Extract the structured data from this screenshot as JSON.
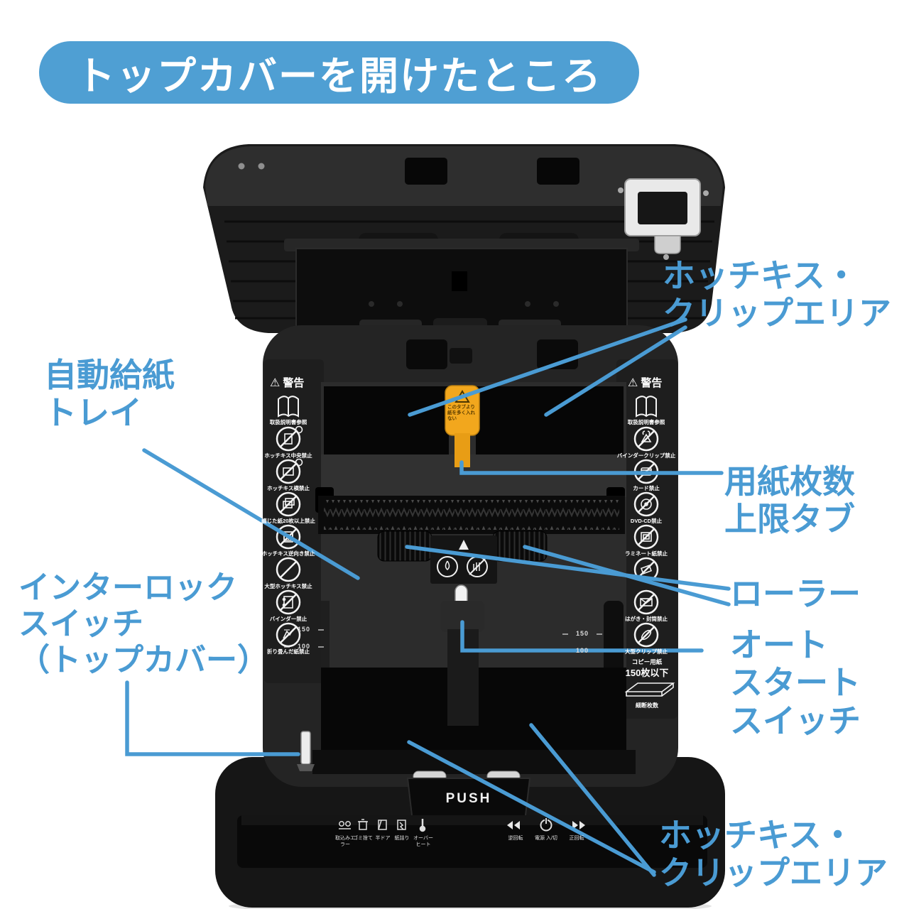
{
  "colors": {
    "accent": "#4A9BD3",
    "banner_bg": "#4F9FD3",
    "tab_yellow": "#F2A71D"
  },
  "banner": {
    "title": "トップカバーを開けたところ"
  },
  "callouts": {
    "staple_clip_top": {
      "line1": "ホッチキス・",
      "line2": "クリップエリア"
    },
    "auto_feed_tray": {
      "line1": "自動給紙",
      "line2": "トレイ"
    },
    "paper_limit_tab": {
      "line1": "用紙枚数",
      "line2": "上限タブ"
    },
    "roller": {
      "label": "ローラー"
    },
    "auto_start_switch": {
      "line1": "オート",
      "line2": "スタート",
      "line3": "スイッチ"
    },
    "interlock_switch": {
      "line1": "インターロック",
      "line2": "スイッチ",
      "line3": "（トップカバー）"
    },
    "staple_clip_bottom": {
      "line1": "ホッチキス・",
      "line2": "クリップエリア"
    }
  },
  "device": {
    "warning_symbol": "⚠",
    "warning_header": "警告",
    "manual_caption": "取扱説明書参照",
    "left_warnings": [
      "ホッチキス中央禁止",
      "ホッチキス横禁止",
      "綴じた紙20枚以上禁止",
      "ホッチキス逆向き禁止",
      "大型ホッチキス禁止",
      "バインダー禁止",
      "折り畳んだ紙禁止"
    ],
    "right_warnings": [
      "バインダークリップ禁止",
      "カード禁止",
      "DVD-CD禁止",
      "ラミネート紙禁止",
      "",
      "はがき・封筒禁止",
      "大型クリップ禁止"
    ],
    "limit_tab_text": "このタブより紙を多く入れない",
    "level_marks": {
      "m150": "150",
      "m100": "100"
    },
    "capacity": {
      "paper_type": "コピー用紙",
      "sheets": "150枚以下",
      "caption": "細断枚数"
    },
    "push_label": "PUSH",
    "panel": {
      "item1": "取込みエラー",
      "item2": "ゴミ捨て",
      "item3": "半ドア",
      "item4": "紙詰り",
      "item5": "オーバーヒート",
      "item6": "逆回転",
      "item7": "電源 入/切",
      "item8": "正回転"
    }
  }
}
